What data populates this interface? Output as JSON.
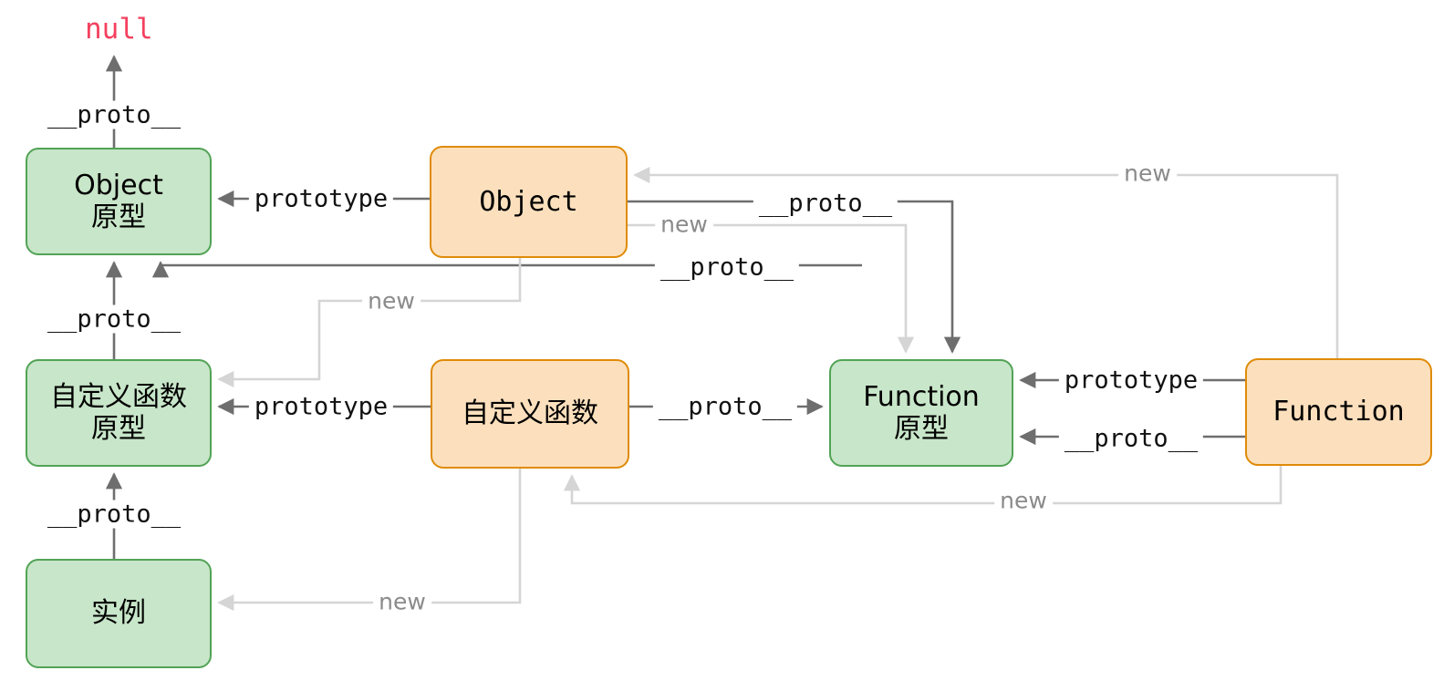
{
  "diagram": {
    "title": "JavaScript prototype chain diagram",
    "colors": {
      "green_fill": "#c8e6c9",
      "green_border": "#52a356",
      "orange_fill": "#fce0bd",
      "orange_border": "#df8b09",
      "edge_dark": "#6e6e6e",
      "edge_light": "#d5d5d5",
      "null_text": "#f4415f",
      "label_dark": "#111111",
      "label_light": "#8b8b8b",
      "background": "#ffffff"
    },
    "nodes": [
      {
        "id": "null",
        "label": "null",
        "kind": "text"
      },
      {
        "id": "object_proto",
        "label": "Object\n原型",
        "kind": "green"
      },
      {
        "id": "object_ctor",
        "label": "Object",
        "kind": "orange"
      },
      {
        "id": "custom_fn_proto",
        "label": "自定义函数\n原型",
        "kind": "green"
      },
      {
        "id": "custom_fn",
        "label": "自定义函数",
        "kind": "orange"
      },
      {
        "id": "function_proto",
        "label": "Function\n原型",
        "kind": "green"
      },
      {
        "id": "function_ctor",
        "label": "Function",
        "kind": "orange"
      },
      {
        "id": "instance",
        "label": "实例",
        "kind": "green"
      }
    ],
    "edges": [
      {
        "from": "object_proto",
        "to": "null",
        "label": "__proto__",
        "style": "dark"
      },
      {
        "from": "object_ctor",
        "to": "object_proto",
        "label": "prototype",
        "style": "dark"
      },
      {
        "from": "object_ctor",
        "to": "function_proto",
        "label": "__proto__",
        "style": "dark"
      },
      {
        "from": "object_ctor",
        "to": "function_proto",
        "label": "new",
        "style": "light"
      },
      {
        "from": "custom_fn",
        "to": "object_proto",
        "label": "__proto__",
        "style": "dark"
      },
      {
        "from": "object_ctor",
        "to": "custom_fn_proto",
        "label": "new",
        "style": "light"
      },
      {
        "from": "custom_fn",
        "to": "custom_fn_proto",
        "label": "prototype",
        "style": "dark"
      },
      {
        "from": "custom_fn",
        "to": "function_proto",
        "label": "__proto__",
        "style": "dark"
      },
      {
        "from": "function_ctor",
        "to": "function_proto",
        "label": "prototype",
        "style": "dark"
      },
      {
        "from": "function_ctor",
        "to": "function_proto",
        "label": "__proto__",
        "style": "dark"
      },
      {
        "from": "function_ctor",
        "to": "object_ctor",
        "label": "new",
        "style": "light"
      },
      {
        "from": "function_ctor",
        "to": "custom_fn",
        "label": "new",
        "style": "light"
      },
      {
        "from": "custom_fn",
        "to": "instance",
        "label": "new",
        "style": "light"
      },
      {
        "from": "instance",
        "to": "custom_fn_proto",
        "label": "__proto__",
        "style": "dark"
      },
      {
        "from": "custom_fn_proto",
        "to": "object_proto",
        "label": "__proto__",
        "style": "dark"
      }
    ],
    "labels": {
      "null": "null",
      "object_proto": "Object\n原型",
      "object_ctor": "Object",
      "custom_fn_proto": "自定义函数\n原型",
      "custom_fn": "自定义函数",
      "function_proto": "Function\n原型",
      "function_ctor": "Function",
      "instance": "实例",
      "proto_1": "__proto__",
      "proto_2": "__proto__",
      "proto_3": "__proto__",
      "proto_4": "__proto__",
      "proto_5": "__proto__",
      "proto_6": "__proto__",
      "proto_7": "__proto__",
      "prototype_1": "prototype",
      "prototype_2": "prototype",
      "prototype_3": "prototype",
      "new_1": "new",
      "new_2": "new",
      "new_3": "new",
      "new_4": "new",
      "new_5": "new"
    }
  }
}
